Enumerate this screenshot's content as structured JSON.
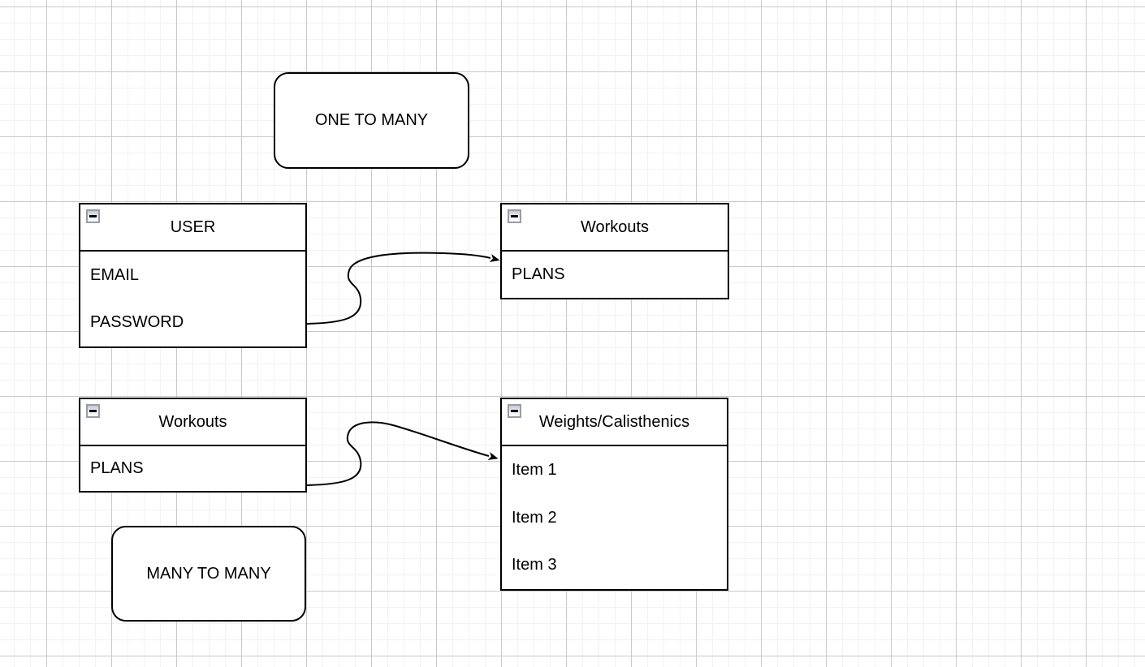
{
  "diagram": {
    "notes": {
      "one_to_many": {
        "label": "ONE TO MANY"
      },
      "many_to_many": {
        "label": "MANY TO MANY"
      }
    },
    "entities": {
      "user": {
        "title": "USER",
        "collapse_icon": "minus-icon",
        "rows": [
          "EMAIL",
          "PASSWORD"
        ]
      },
      "workouts_right": {
        "title": "Workouts",
        "collapse_icon": "minus-icon",
        "rows": [
          "PLANS"
        ]
      },
      "workouts_left": {
        "title": "Workouts",
        "collapse_icon": "minus-icon",
        "rows": [
          "PLANS"
        ]
      },
      "weights_calisthenics": {
        "title": "Weights/Calisthenics",
        "collapse_icon": "minus-icon",
        "rows": [
          "Item 1",
          "Item 2",
          "Item 3"
        ]
      }
    },
    "connectors": [
      {
        "from": "user",
        "to": "workouts_right",
        "style": "curved-arrow"
      },
      {
        "from": "workouts_left",
        "to": "weights_calisthenics",
        "style": "curved-arrow"
      }
    ],
    "colors": {
      "shape_stroke": "#000000",
      "shape_fill": "#ffffff",
      "grid_minor": "#f2f2f2",
      "grid_major": "#c9c9c9"
    }
  }
}
